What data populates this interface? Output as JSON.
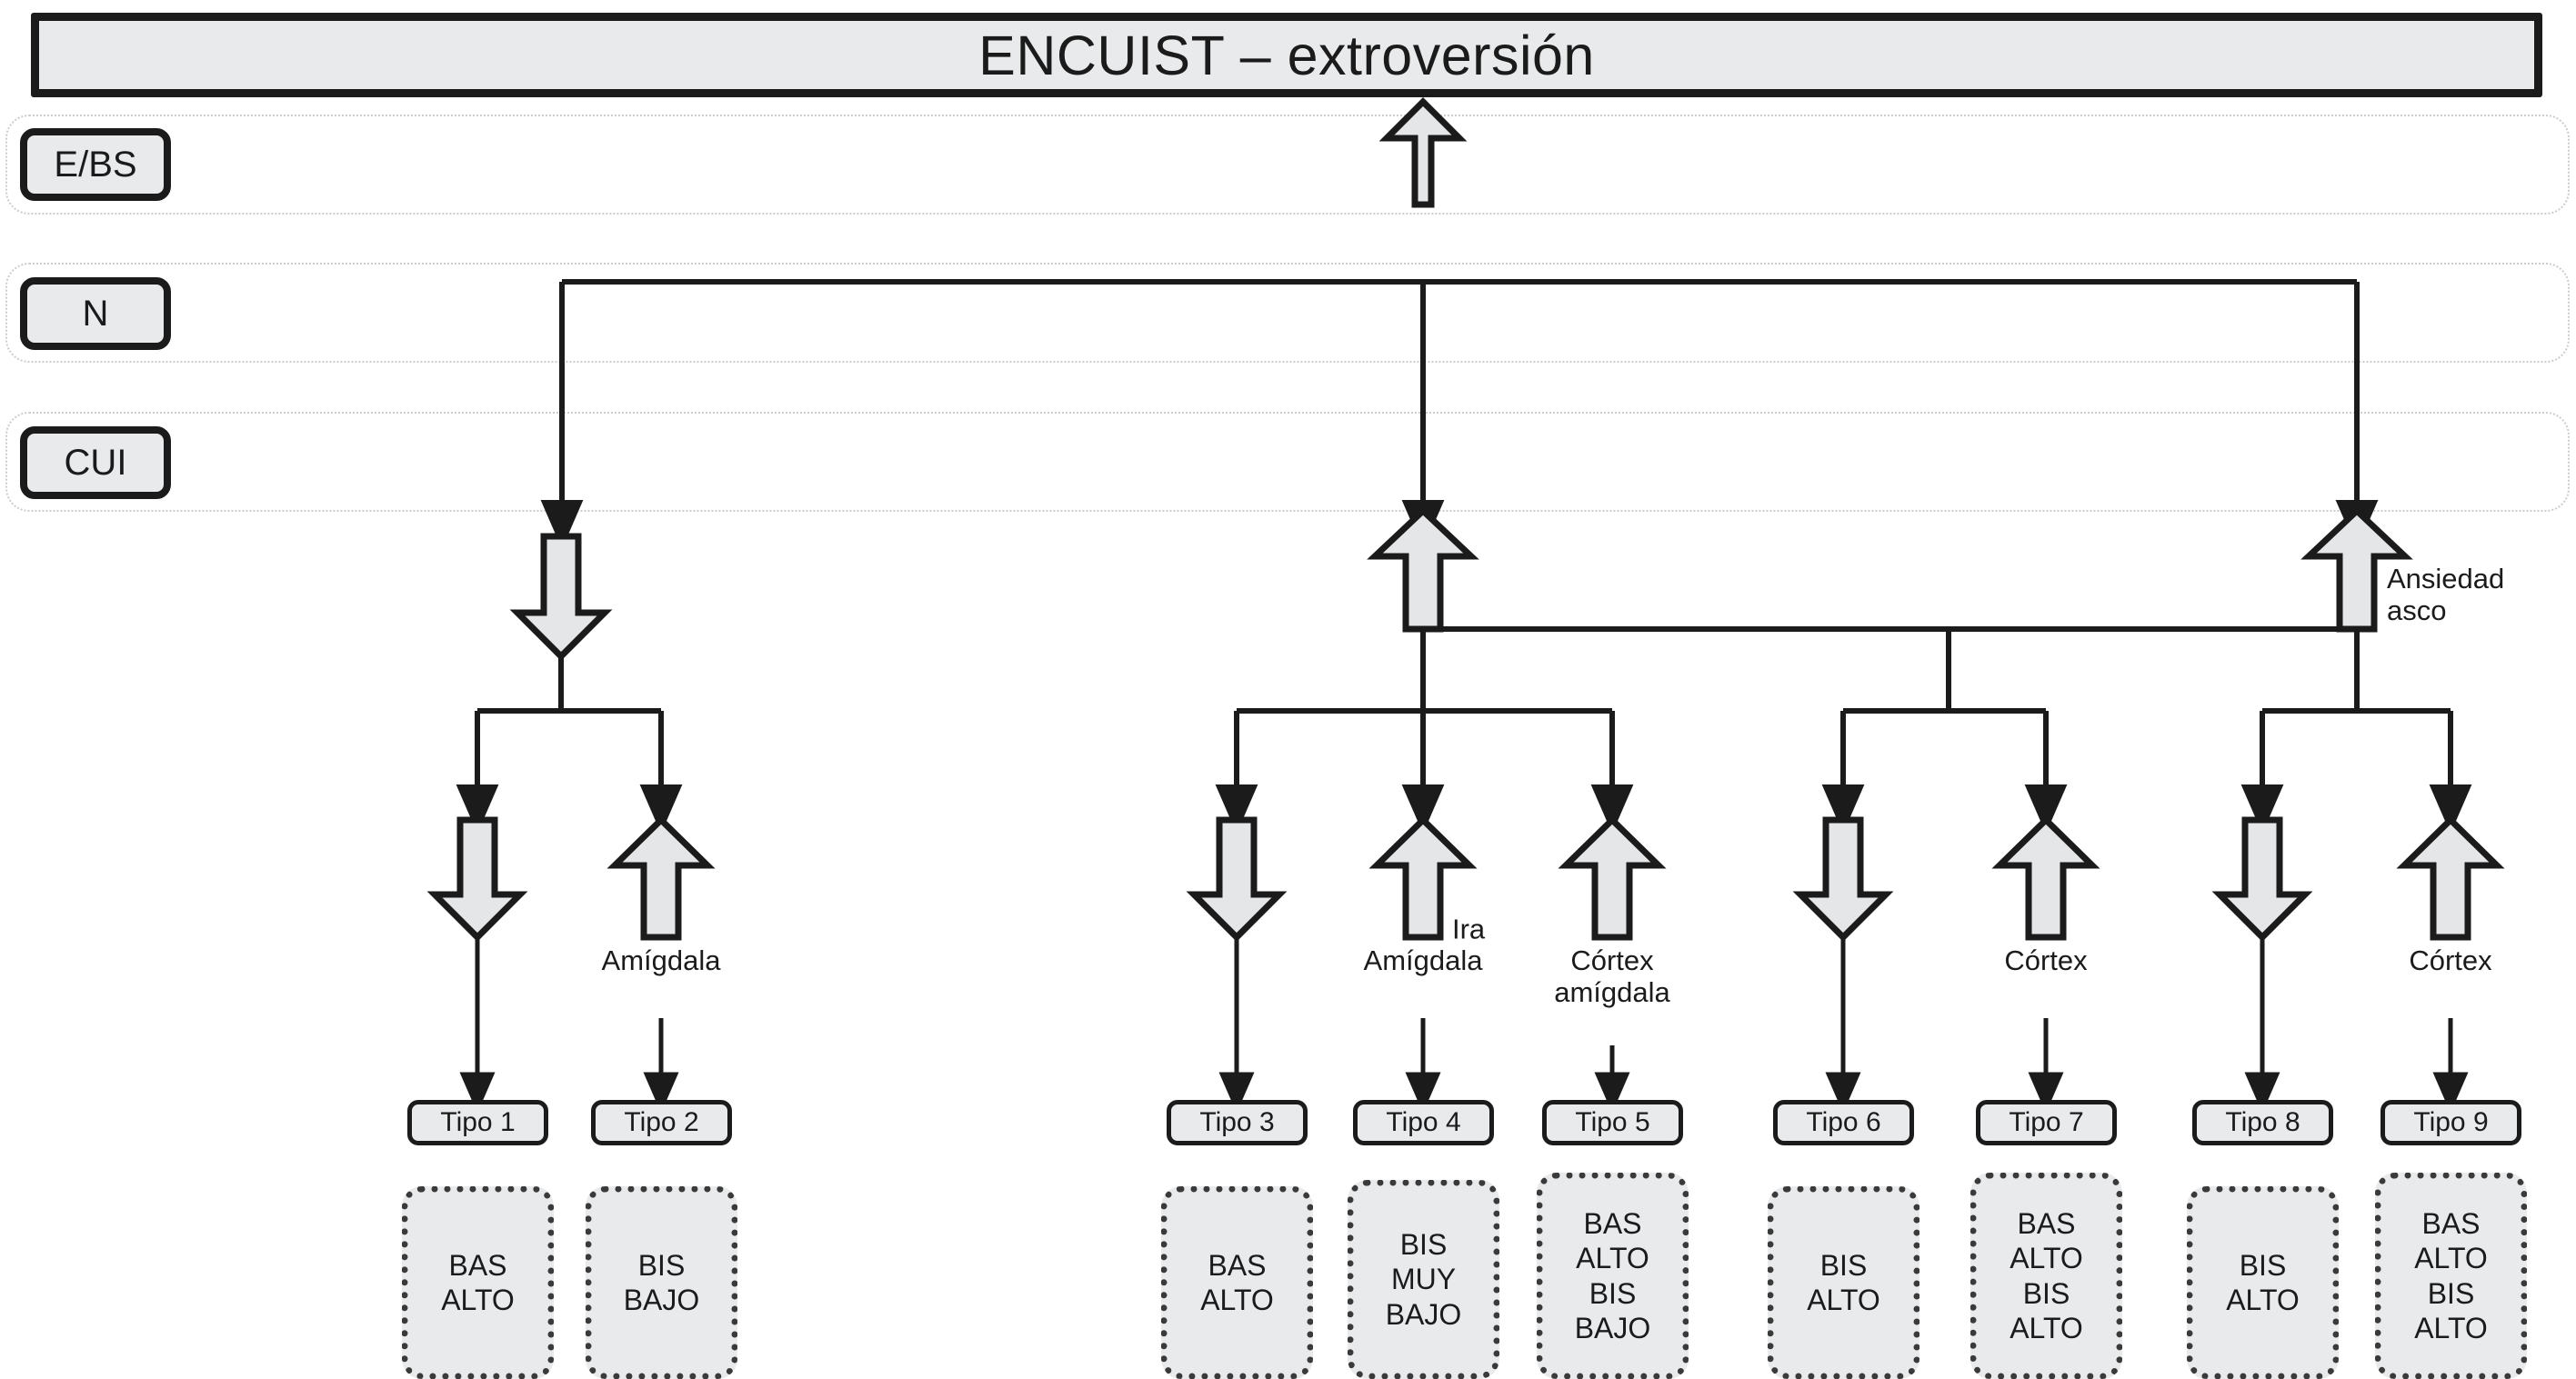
{
  "title": "ENCUIST – extroversión",
  "levels": [
    {
      "id": "ebs",
      "label": "E/BS"
    },
    {
      "id": "n",
      "label": "N"
    },
    {
      "id": "cui",
      "label": "CUI"
    }
  ],
  "edge_labels": [
    {
      "id": "ira",
      "text": "Ira"
    },
    {
      "id": "ansiedad-asco",
      "text": "Ansiedad\nasco"
    },
    {
      "id": "amigdala-1",
      "text": "Amígdala"
    },
    {
      "id": "amigdala-2",
      "text": "Amígdala"
    },
    {
      "id": "cortex-amigdala",
      "text": "Córtex\namígdala"
    },
    {
      "id": "cortex-1",
      "text": "Córtex"
    },
    {
      "id": "cortex-2",
      "text": "Córtex"
    }
  ],
  "types": [
    {
      "id": "tipo1",
      "label": "Tipo 1",
      "descriptor": "BAS\nALTO",
      "arrow": "down"
    },
    {
      "id": "tipo2",
      "label": "Tipo 2",
      "descriptor": "BIS\nBAJO",
      "arrow": "up"
    },
    {
      "id": "tipo3",
      "label": "Tipo 3",
      "descriptor": "BAS\nALTO",
      "arrow": "down"
    },
    {
      "id": "tipo4",
      "label": "Tipo 4",
      "descriptor": "BIS\nMUY\nBAJO",
      "arrow": "up"
    },
    {
      "id": "tipo5",
      "label": "Tipo 5",
      "descriptor": "BAS\nALTO\nBIS\nBAJO",
      "arrow": "up"
    },
    {
      "id": "tipo6",
      "label": "Tipo 6",
      "descriptor": "BIS\nALTO",
      "arrow": "down"
    },
    {
      "id": "tipo7",
      "label": "Tipo 7",
      "descriptor": "BAS\nALTO\nBIS\nALTO",
      "arrow": "up"
    },
    {
      "id": "tipo8",
      "label": "Tipo 8",
      "descriptor": "BIS\nALTO",
      "arrow": "down"
    },
    {
      "id": "tipo9",
      "label": "Tipo 9",
      "descriptor": "BAS\nALTO\nBIS\nALTO",
      "arrow": "up"
    }
  ],
  "colors": {
    "fill": "#e8eaec",
    "stroke": "#1b1b1b",
    "band": "#c9cdd1",
    "background": "#ffffff"
  }
}
